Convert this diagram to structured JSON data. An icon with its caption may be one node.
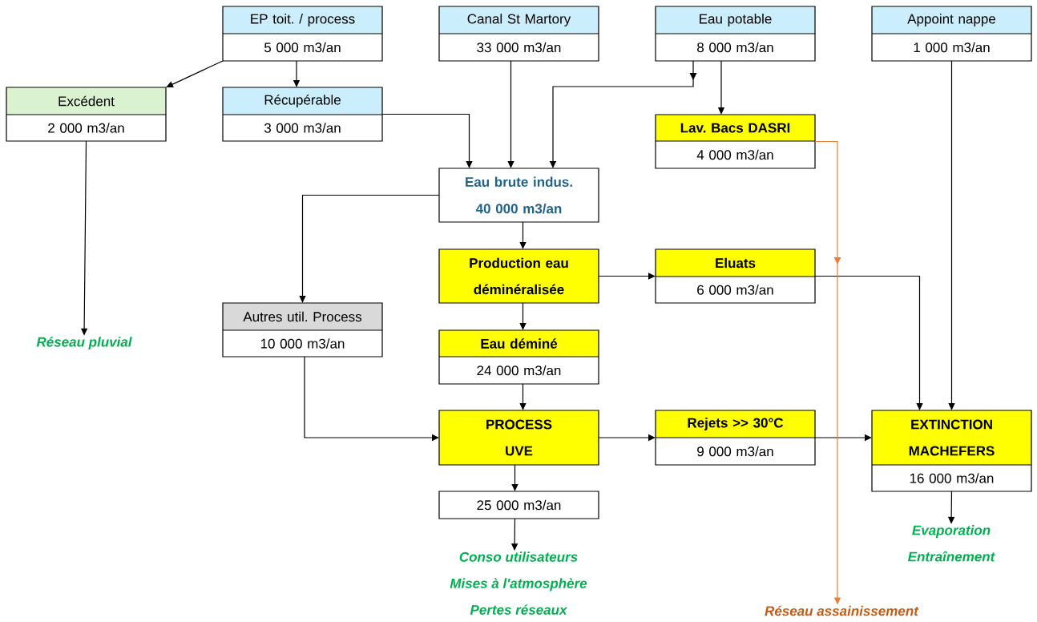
{
  "diagram": {
    "nodes": [
      {
        "text": [
          "EP toit. / process",
          "5 000 m3/an"
        ]
      },
      {
        "text": [
          "Canal St Martory",
          "33 000 m3/an"
        ]
      },
      {
        "text": [
          "Eau potable",
          "8 000 m3/an"
        ]
      },
      {
        "text": [
          "Appoint nappe",
          "1 000 m3/an"
        ]
      },
      {
        "text": [
          "Excédent",
          "2 000 m3/an"
        ]
      },
      {
        "text": [
          "Récupérable",
          "3 000 m3/an"
        ]
      },
      {
        "text": [
          "Lav. Bacs DASRI",
          "4 000 m3/an"
        ]
      },
      {
        "text": [
          "Eau brute indus.",
          "40 000 m3/an"
        ]
      },
      {
        "text": [
          "Production eau déminéralisée"
        ]
      },
      {
        "text": [
          "Eluats",
          "6 000 m3/an"
        ]
      },
      {
        "text": [
          "Autres util. Process",
          "10 000 m3/an"
        ]
      },
      {
        "text": [
          "Eau déminé",
          "24 000 m3/an"
        ]
      },
      {
        "text": [
          "PROCESS UVE"
        ]
      },
      {
        "text": [
          "Rejets >> 30°C",
          "9 000 m3/an"
        ]
      },
      {
        "text": [
          "EXTINCTION MACHEFERS",
          "16 000 m3/an"
        ]
      },
      {
        "text": [
          "25 000 m3/an"
        ]
      },
      {
        "text": [
          "Réseau pluvial"
        ]
      },
      {
        "text": [
          "Conso utilisateurs",
          "Mises à l'atmosphère",
          "Pertes réseaux"
        ]
      },
      {
        "text": [
          "Evaporation",
          "Entraînement"
        ]
      },
      {
        "text": [
          "Réseau assainissement"
        ]
      }
    ],
    "edges": [
      {
        "from": 0,
        "to": 4,
        "arrow": "to"
      },
      {
        "from": 0,
        "to": 5,
        "arrow": "to"
      },
      {
        "from": 1,
        "to": 7,
        "arrow": "to"
      },
      {
        "from": 5,
        "to": 7,
        "arrow": "to"
      },
      {
        "from": 2,
        "to": 7,
        "arrow": "to"
      },
      {
        "from": 2,
        "to": 6,
        "arrow": "to"
      },
      {
        "from": 7,
        "to": 10,
        "arrow": "to"
      },
      {
        "from": 7,
        "to": 8,
        "arrow": "to"
      },
      {
        "from": 8,
        "to": 9,
        "arrow": "to"
      },
      {
        "from": 8,
        "to": 11,
        "arrow": "to"
      },
      {
        "from": 9,
        "to": 14,
        "arrow": "to"
      },
      {
        "from": 3,
        "to": 14,
        "arrow": "to"
      },
      {
        "from": 11,
        "to": 12,
        "arrow": "to"
      },
      {
        "from": 10,
        "to": 12,
        "arrow": "to"
      },
      {
        "from": 12,
        "to": 13,
        "arrow": "to"
      },
      {
        "from": 13,
        "to": 14,
        "arrow": "to"
      },
      {
        "from": 12,
        "to": 15,
        "arrow": "to"
      },
      {
        "from": 15,
        "to": 17,
        "arrow": "to"
      },
      {
        "from": 14,
        "to": 18,
        "arrow": "to"
      },
      {
        "from": 4,
        "to": 16,
        "arrow": "to"
      },
      {
        "from": 6,
        "to": 19,
        "arrow": "to",
        "color": "#ed7d31"
      }
    ]
  }
}
